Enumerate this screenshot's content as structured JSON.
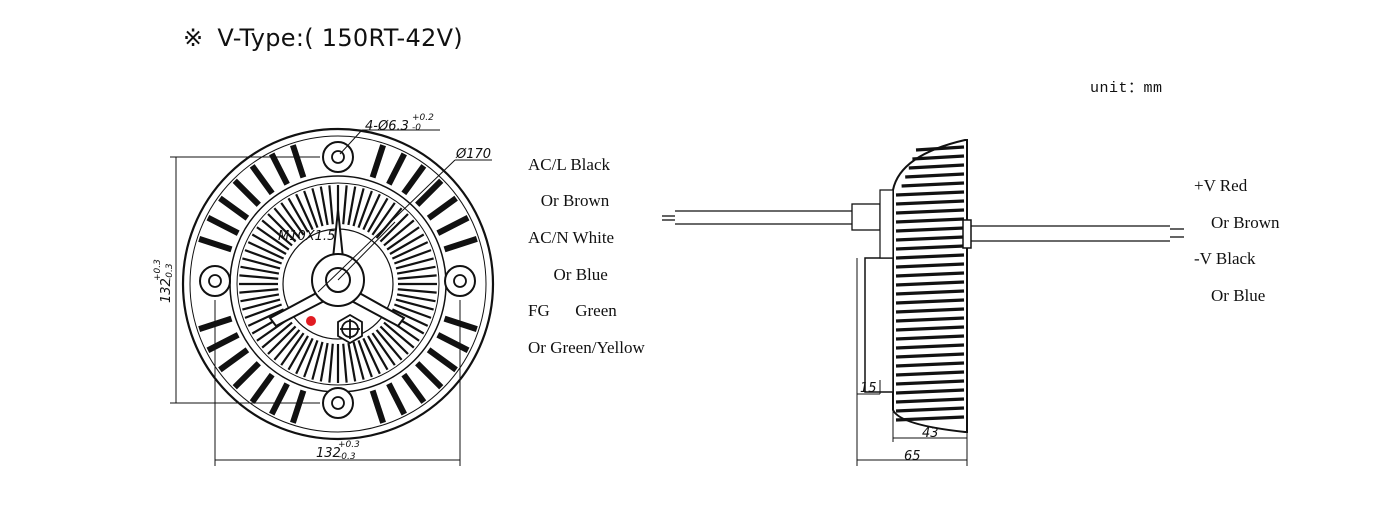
{
  "title": {
    "mark": "※",
    "text": "V-Type:( 150RT-42V)"
  },
  "unit_label": "unit：mm",
  "front_view": {
    "hole_note": "4-Ø6.3",
    "hole_tol_plus": "+0.2",
    "hole_tol_minus": "-0",
    "diameter": "Ø170",
    "thread": "M10X1.5",
    "width_dim": "132",
    "height_dim": "132",
    "tol_plus": "+0.3",
    "tol_minus": "-0.3",
    "indicator_color": "#e11b22"
  },
  "input_wires": [
    {
      "label": "AC/L Black"
    },
    {
      "label": "   Or Brown"
    },
    {
      "label": "AC/N White"
    },
    {
      "label": "      Or Blue"
    },
    {
      "label": "FG      Green"
    },
    {
      "label": "Or Green/Yellow"
    }
  ],
  "side_view": {
    "dim_15": "15",
    "dim_43": "43",
    "dim_65": "65"
  },
  "output_wires": [
    {
      "label": "+V Red"
    },
    {
      "label": "    Or Brown"
    },
    {
      "label": "-V Black"
    },
    {
      "label": "    Or Blue"
    }
  ]
}
